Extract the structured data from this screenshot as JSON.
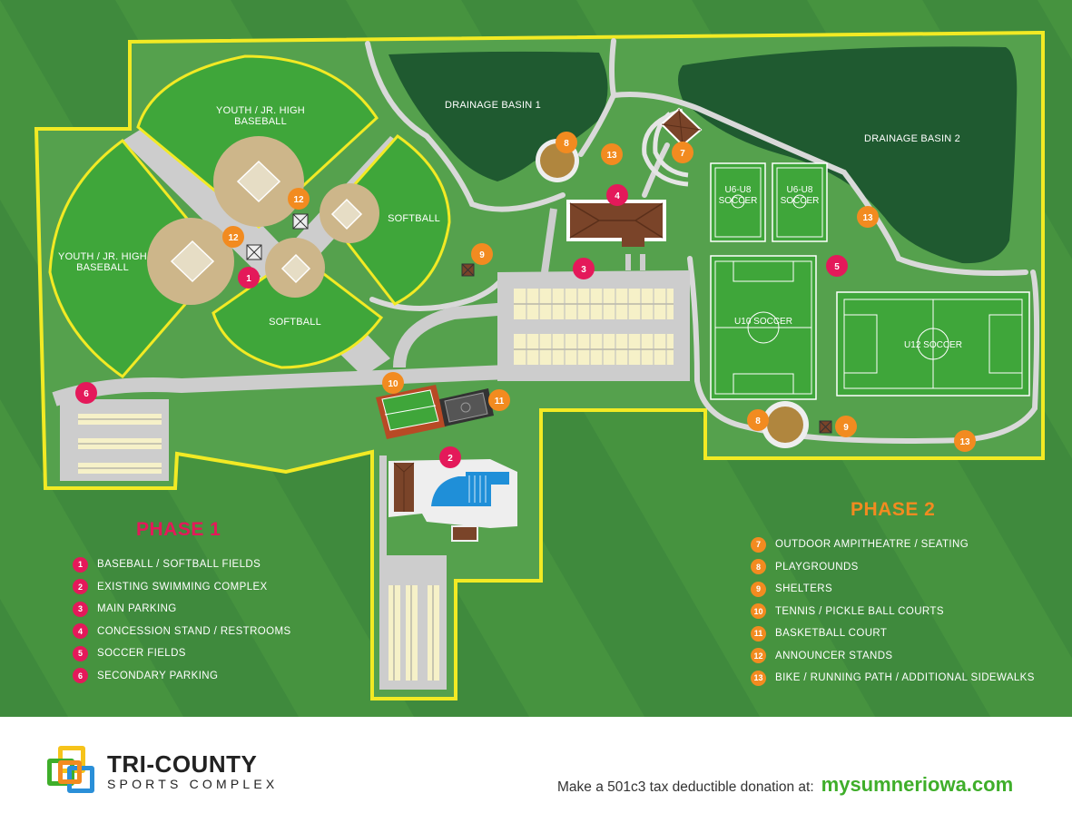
{
  "map": {
    "areas": {
      "drainage_basin_1": "DRAINAGE BASIN 1",
      "drainage_basin_2": "DRAINAGE BASIN 2",
      "youth_baseball_top": "YOUTH / JR. HIGH BASEBALL",
      "youth_baseball_left": "YOUTH / JR. HIGH BASEBALL",
      "softball_right": "SOFTBALL",
      "softball_bottom": "SOFTBALL",
      "soccer_u6_a": "U6-U8 SOCCER",
      "soccer_u6_b": "U6-U8 SOCCER",
      "soccer_u10": "U10 SOCCER",
      "soccer_u12": "U12 SOCCER"
    },
    "colors": {
      "grass": "#3f8a3d",
      "park": "#5aa651",
      "basin": "#1f5a30",
      "boundary": "#f2ea24",
      "phase1": "#e4195a",
      "phase2": "#f28b20",
      "path": "#cdcdcd",
      "field": "#3fa63a",
      "infield": "#cdb68a"
    }
  },
  "phase1": {
    "title": "PHASE 1",
    "items": [
      {
        "num": "1",
        "label": "BASEBALL / SOFTBALL FIELDS"
      },
      {
        "num": "2",
        "label": "EXISTING SWIMMING COMPLEX"
      },
      {
        "num": "3",
        "label": "MAIN PARKING"
      },
      {
        "num": "4",
        "label": "CONCESSION STAND / RESTROOMS"
      },
      {
        "num": "5",
        "label": "SOCCER FIELDS"
      },
      {
        "num": "6",
        "label": "SECONDARY PARKING"
      }
    ]
  },
  "phase2": {
    "title": "PHASE 2",
    "items": [
      {
        "num": "7",
        "label": "OUTDOOR AMPITHEATRE / SEATING"
      },
      {
        "num": "8",
        "label": "PLAYGROUNDS"
      },
      {
        "num": "9",
        "label": "SHELTERS"
      },
      {
        "num": "10",
        "label": "TENNIS / PICKLE BALL COURTS"
      },
      {
        "num": "11",
        "label": "BASKETBALL COURT"
      },
      {
        "num": "12",
        "label": "ANNOUNCER STANDS"
      },
      {
        "num": "13",
        "label": "BIKE / RUNNING PATH / ADDITIONAL SIDEWALKS"
      }
    ]
  },
  "footer": {
    "logo_line1": "TRI-COUNTY",
    "logo_line2": "SPORTS COMPLEX",
    "donation_text": "Make a 501c3 tax deductible donation at:",
    "donation_url": "mysumneriowa.com"
  }
}
